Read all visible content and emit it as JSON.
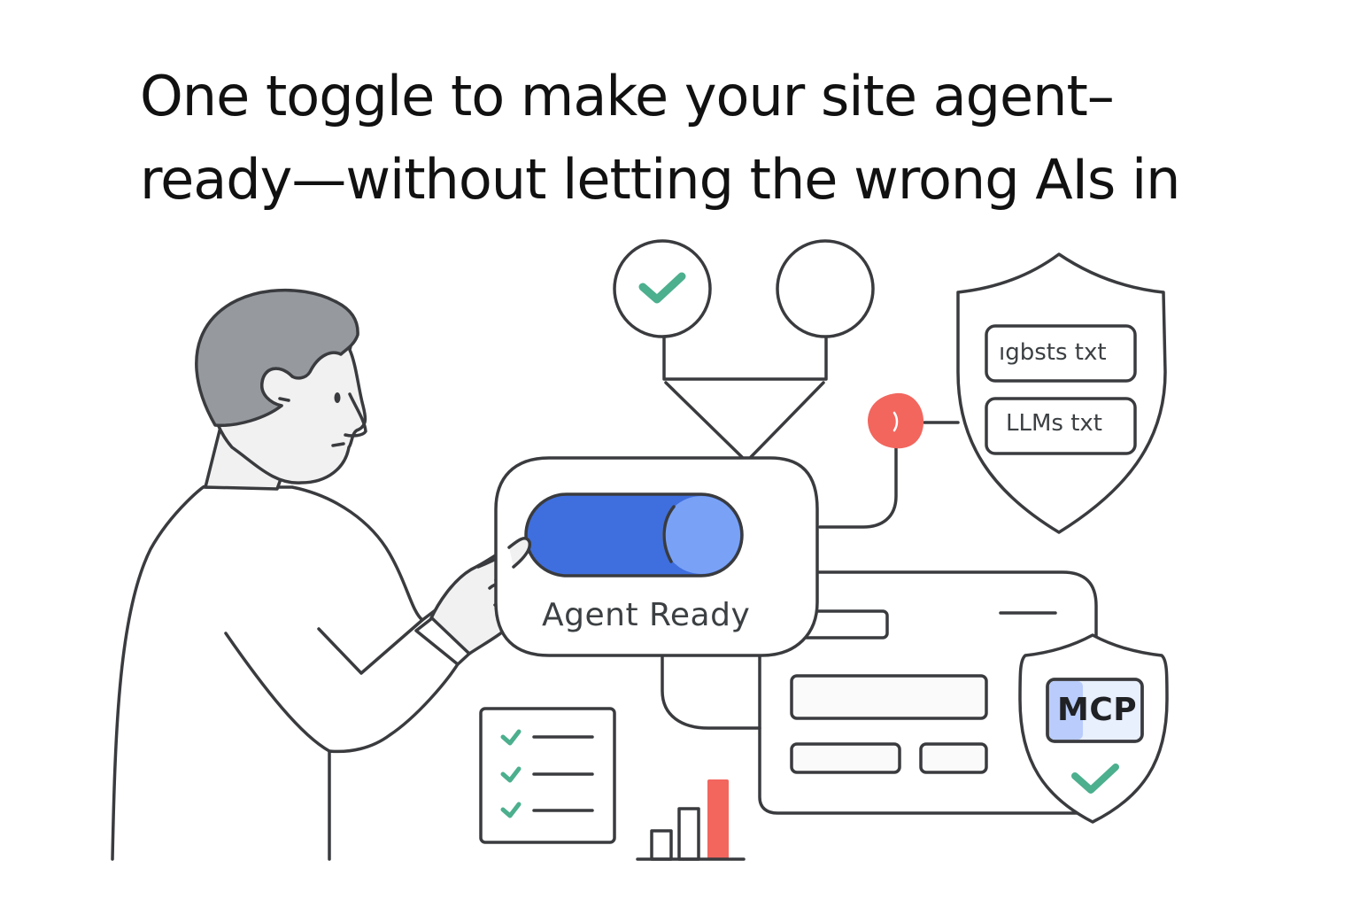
{
  "headline": {
    "line1": "One toggle to make your site agent–",
    "line2": "ready—without letting the wrong AIs in"
  },
  "toggle": {
    "label": "Agent Ready",
    "state": "on",
    "track_color": "#3f6fde",
    "knob_color": "#79a2f7"
  },
  "policy_shield": {
    "files": [
      "ıgbsts txt",
      "LLMs txt"
    ]
  },
  "mcp_shield": {
    "label": "MCP",
    "status": "verified"
  },
  "status_nodes": [
    {
      "name": "approved-node",
      "icon": "check-icon"
    },
    {
      "name": "empty-node",
      "icon": "none"
    },
    {
      "name": "blocked-node",
      "icon": "alert-icon"
    }
  ],
  "checklist": {
    "items": 3,
    "all_checked": true
  },
  "bar_chart": {
    "bars": [
      "short",
      "medium",
      "tall-highlighted"
    ]
  },
  "colors": {
    "stroke": "#3a3b3e",
    "check_green": "#4caf8e",
    "alert_red": "#f2665e",
    "hair_gray": "#969a9f",
    "skin": "#f1f1f1",
    "toggle_blue": "#3f6fde",
    "mcp_tint": "#dbe6fd"
  }
}
